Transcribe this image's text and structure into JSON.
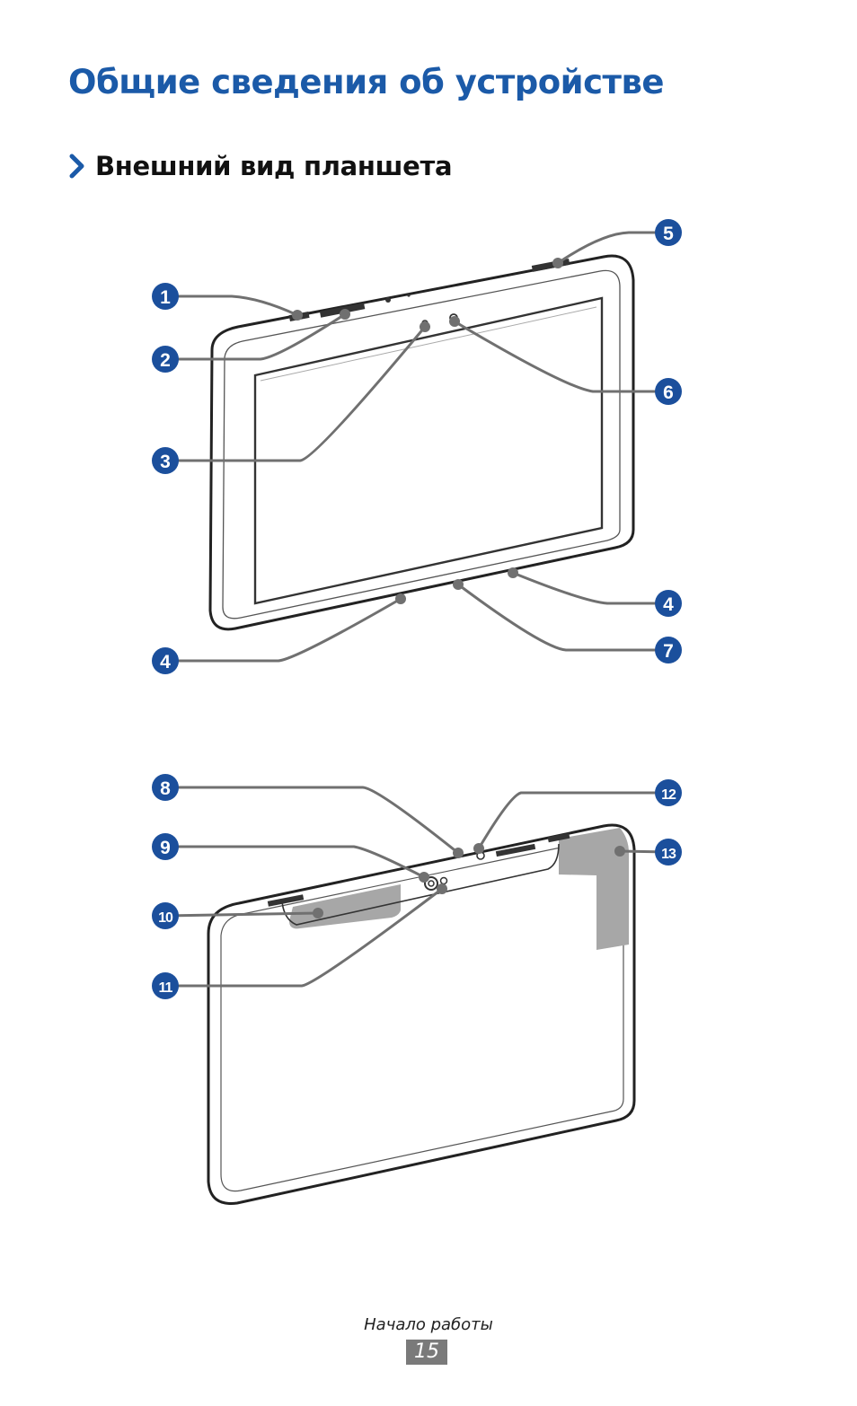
{
  "header": {
    "title": "Общие сведения об устройстве"
  },
  "section": {
    "title": "Внешний вид планшета"
  },
  "callouts": [
    "1",
    "2",
    "3",
    "4",
    "5",
    "6",
    "4",
    "7",
    "8",
    "9",
    "10",
    "11",
    "12",
    "13"
  ],
  "colors": {
    "title": "#1b5aa8",
    "callout_fill": "#1b4f9c",
    "leader_line": "#707070"
  },
  "footer": {
    "label": "Начало работы",
    "page_number": "15"
  }
}
